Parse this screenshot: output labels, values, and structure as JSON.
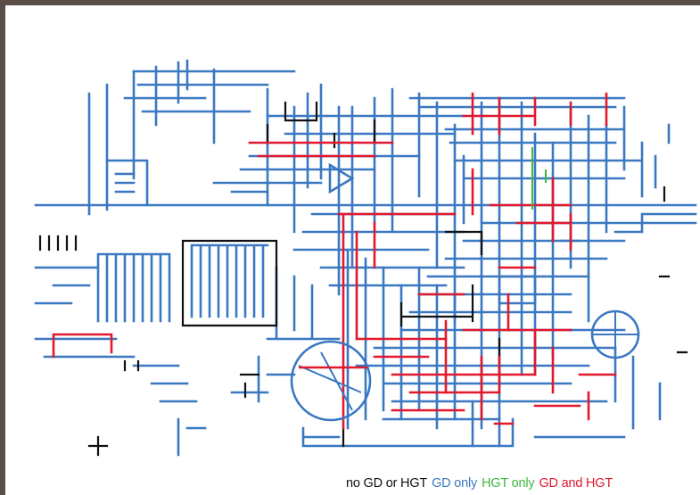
{
  "legend": {
    "items": [
      {
        "label": "no GD or HGT",
        "color": "#111111"
      },
      {
        "label": "GD only",
        "color": "#3a78c2"
      },
      {
        "label": "HGT only",
        "color": "#3fb63f"
      },
      {
        "label": "GD and HGT",
        "color": "#e0192f"
      }
    ]
  },
  "colors": {
    "frame": "#5a4d45",
    "background": "#ffffff",
    "no_gd_or_hgt": "#111111",
    "gd_only": "#3a78c2",
    "hgt_only": "#3fb63f",
    "gd_and_hgt": "#e0192f"
  }
}
